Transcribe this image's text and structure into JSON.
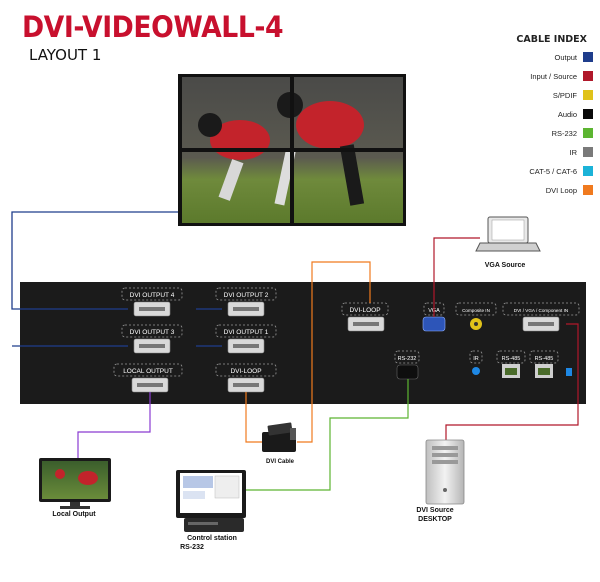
{
  "title": "DVI-VIDEOWALL-4",
  "subtitle": "LAYOUT 1",
  "legend": {
    "title": "CABLE INDEX",
    "items": [
      {
        "label": "Output",
        "color": "#1f3d8c"
      },
      {
        "label": "Input / Source",
        "color": "#b0182a"
      },
      {
        "label": "S/PDIF",
        "color": "#e0c21a"
      },
      {
        "label": "Audio",
        "color": "#0a0a0a"
      },
      {
        "label": "RS-232",
        "color": "#5cb531"
      },
      {
        "label": "IR",
        "color": "#7a7a7a"
      },
      {
        "label": "CAT-5 / CAT-6",
        "color": "#1bb3d8"
      },
      {
        "label": "DVI Loop",
        "color": "#f07a1e"
      }
    ]
  },
  "ports": {
    "dvi_output_4": "DVI OUTPUT 4",
    "dvi_output_2": "DVI OUTPUT 2",
    "dvi_output_3": "DVI OUTPUT 3",
    "dvi_output_1": "DVI OUTPUT 1",
    "local_output": "LOCAL OUTPUT",
    "dvi_loop_left": "DVI-LOOP",
    "dvi_loop_right": "DVI-LOOP",
    "vga": "VGA",
    "composite_in": "Composite IN",
    "dvi_vga_component_in": "DVI / VGA / Component IN",
    "rs232": "RS-232",
    "ir": "IR",
    "rs485_a": "RS-485",
    "rs485_b": "RS-485"
  },
  "devices": {
    "vga_source": "VGA Source",
    "dvi_cable": "DVI Cable",
    "local_output": "Local Output",
    "control_station": [
      "Control station",
      "RS-232"
    ],
    "dvi_source": [
      "DVI Source",
      "DESKTOP"
    ]
  }
}
